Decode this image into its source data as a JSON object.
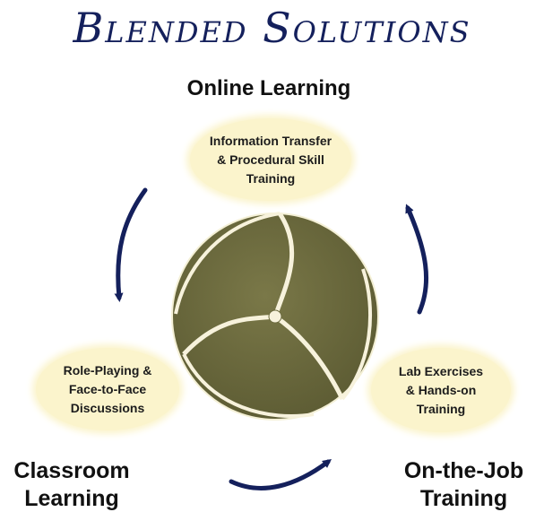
{
  "title": "Blended Solutions",
  "sections": {
    "online": {
      "label": "Online Learning",
      "bubble_lines": [
        "Information Transfer",
        "& Procedural Skill",
        "Training"
      ]
    },
    "classroom": {
      "label_lines": [
        "Classroom",
        "Learning"
      ],
      "bubble_lines": [
        "Role-Playing &",
        "Face-to-Face",
        "Discussions"
      ]
    },
    "ojt": {
      "label_lines": [
        "On-the-Job",
        "Training"
      ],
      "bubble_lines": [
        "Lab Exercises",
        "& Hands-on",
        "Training"
      ]
    }
  },
  "colors": {
    "title": "#14205c",
    "sphere": "#6b6a3e",
    "bubble": "#fbf4cc",
    "arrow": "#14205c"
  }
}
